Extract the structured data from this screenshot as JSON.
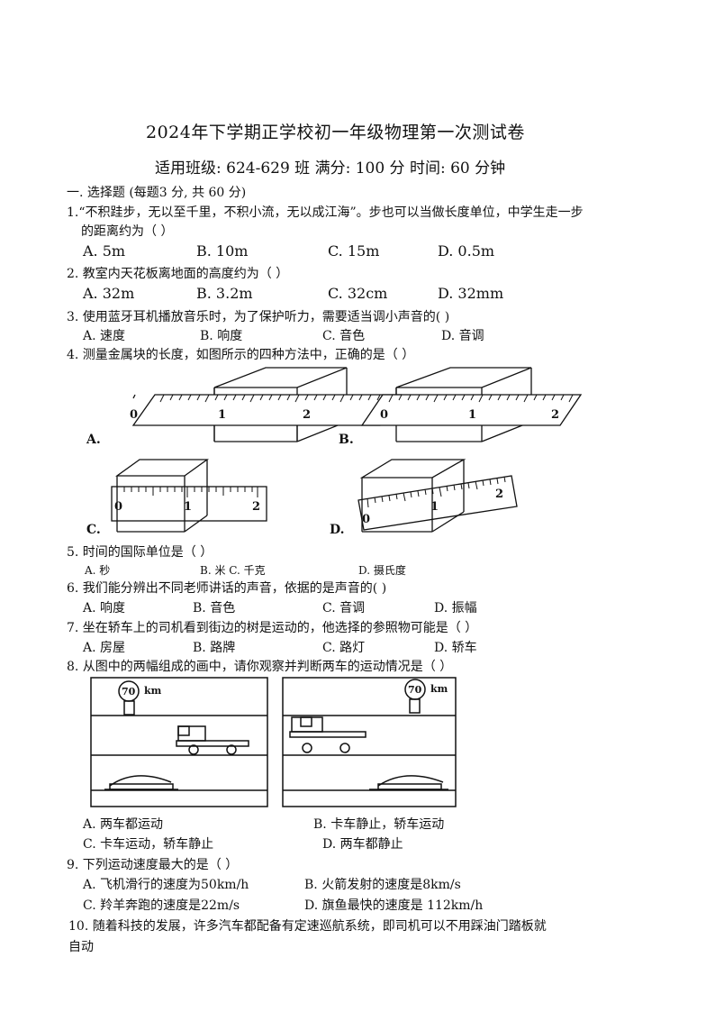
{
  "header": {
    "title": "2024年下学期正学校初一年级物理第一次测试卷",
    "subtitle": "适用班级: 624-629 班  满分: 100 分  时间: 60 分钟"
  },
  "section1": {
    "heading": "一. 选择题 (每题3 分, 共 60 分)"
  },
  "q1": {
    "line1": "1.“不积跬步，无以至千里，不积小流，无以成江海”。步也可以当做长度单位，中学生走一步",
    "line2": "的距离约为（    ）",
    "options": [
      "A. 5m",
      "B. 10m",
      "C. 15m",
      "D. 0.5m"
    ]
  },
  "q2": {
    "stem": "2. 教室内天花板离地面的高度约为（    ）",
    "options": [
      "A. 32m",
      "B. 3.2m",
      "C. 32cm",
      "D. 32mm"
    ]
  },
  "q3": {
    "stem": "3. 使用蓝牙耳机播放音乐时，为了保护听力，需要适当调小声音的(    )",
    "options": [
      "A. 速度",
      "B. 响度",
      "C. 音色",
      "D. 音调"
    ]
  },
  "q4": {
    "stem": "4. 测量金属块的长度，如图所示的四种方法中，正确的是（    ）",
    "figure_labels": [
      "A.",
      "B.",
      "C.",
      "D."
    ],
    "ruler_ticks": [
      "0",
      "1",
      "2"
    ]
  },
  "q5": {
    "stem": "5. 时间的国际单位是（     ）",
    "options": [
      "A. 秒",
      "B. 米  C. 千克",
      "D. 摄氏度"
    ]
  },
  "q6": {
    "stem": "6. 我们能分辨出不同老师讲话的声音，依据的是声音的(    )",
    "options": [
      "A. 响度",
      "B. 音色",
      "C. 音调",
      "D. 振幅"
    ]
  },
  "q7": {
    "stem": "7. 坐在轿车上的司机看到街边的树是运动的，他选择的参照物可能是（    ）",
    "options": [
      "A. 房屋",
      "B. 路牌",
      "C. 路灯",
      "D. 轿车"
    ]
  },
  "q8": {
    "stem": "8. 从图中的两幅组成的画中，请你观察并判断两车的运动情况是（    ）",
    "sign_value": "70",
    "sign_unit": "km",
    "options": [
      "A. 两车都运动",
      "B. 卡车静止，轿车运动",
      "C. 卡车运动，轿车静止",
      "D. 两车都静止"
    ]
  },
  "q9": {
    "stem": "9. 下列运动速度最大的是（   ）",
    "options": [
      "A. 飞机滑行的速度为50km/h",
      "B. 火箭发射的速度是8km/s",
      "C. 羚羊奔跑的速度是22m/s",
      "D. 旗鱼最快的速度是 112km/h"
    ]
  },
  "q10": {
    "line1": "10. 随着科技的发展，许多汽车都配备有定速巡航系统，即司机可以不用踩油门踏板就",
    "line2": "自动"
  }
}
